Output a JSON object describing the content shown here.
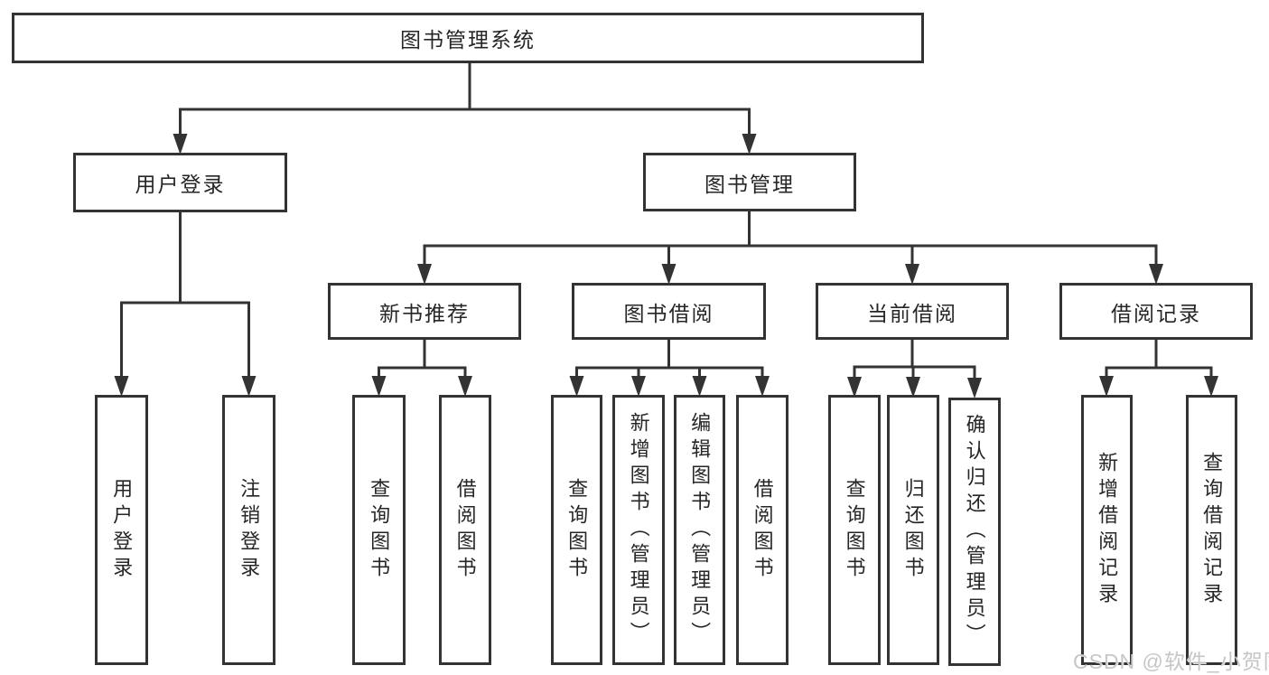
{
  "root": {
    "label": "图书管理系统"
  },
  "branches": [
    {
      "label": "用户登录",
      "leaves": [
        {
          "label": "用户登录"
        },
        {
          "label": "注销登录"
        }
      ]
    },
    {
      "label": "图书管理",
      "groups": [
        {
          "label": "新书推荐",
          "leaves": [
            {
              "label": "查询图书"
            },
            {
              "label": "借阅图书"
            }
          ]
        },
        {
          "label": "图书借阅",
          "leaves": [
            {
              "label": "查询图书"
            },
            {
              "label": "新增图书（管理员）"
            },
            {
              "label": "编辑图书（管理员）"
            },
            {
              "label": "借阅图书"
            }
          ]
        },
        {
          "label": "当前借阅",
          "leaves": [
            {
              "label": "查询图书"
            },
            {
              "label": "归还图书"
            },
            {
              "label": "确认归还（管理员）"
            }
          ]
        },
        {
          "label": "借阅记录",
          "leaves": [
            {
              "label": "新增借阅记录"
            },
            {
              "label": "查询借阅记录"
            }
          ]
        }
      ]
    }
  ],
  "watermark": {
    "text": "CSDN @软件_小贺同学"
  },
  "colors": {
    "line": "#333333",
    "text": "#262626",
    "box_fill": "#ffffff",
    "background": "#ffffff",
    "watermark": "#c6c6c6"
  }
}
